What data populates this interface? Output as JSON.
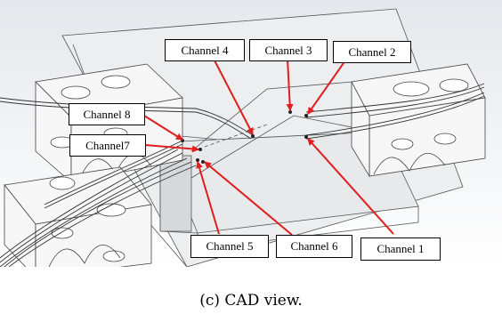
{
  "figure": {
    "caption": "(c) CAD view.",
    "labels": {
      "ch1": "Channel 1",
      "ch2": "Channel 2",
      "ch3": "Channel 3",
      "ch4": "Channel 4",
      "ch5": "Channel 5",
      "ch6": "Channel 6",
      "ch7": "Channel7",
      "ch8": "Channel 8"
    },
    "colors": {
      "background_top": "#e4e8ec",
      "background_bottom": "#ffffff",
      "wire": "#555555",
      "arrow": "#e11d1d"
    }
  }
}
